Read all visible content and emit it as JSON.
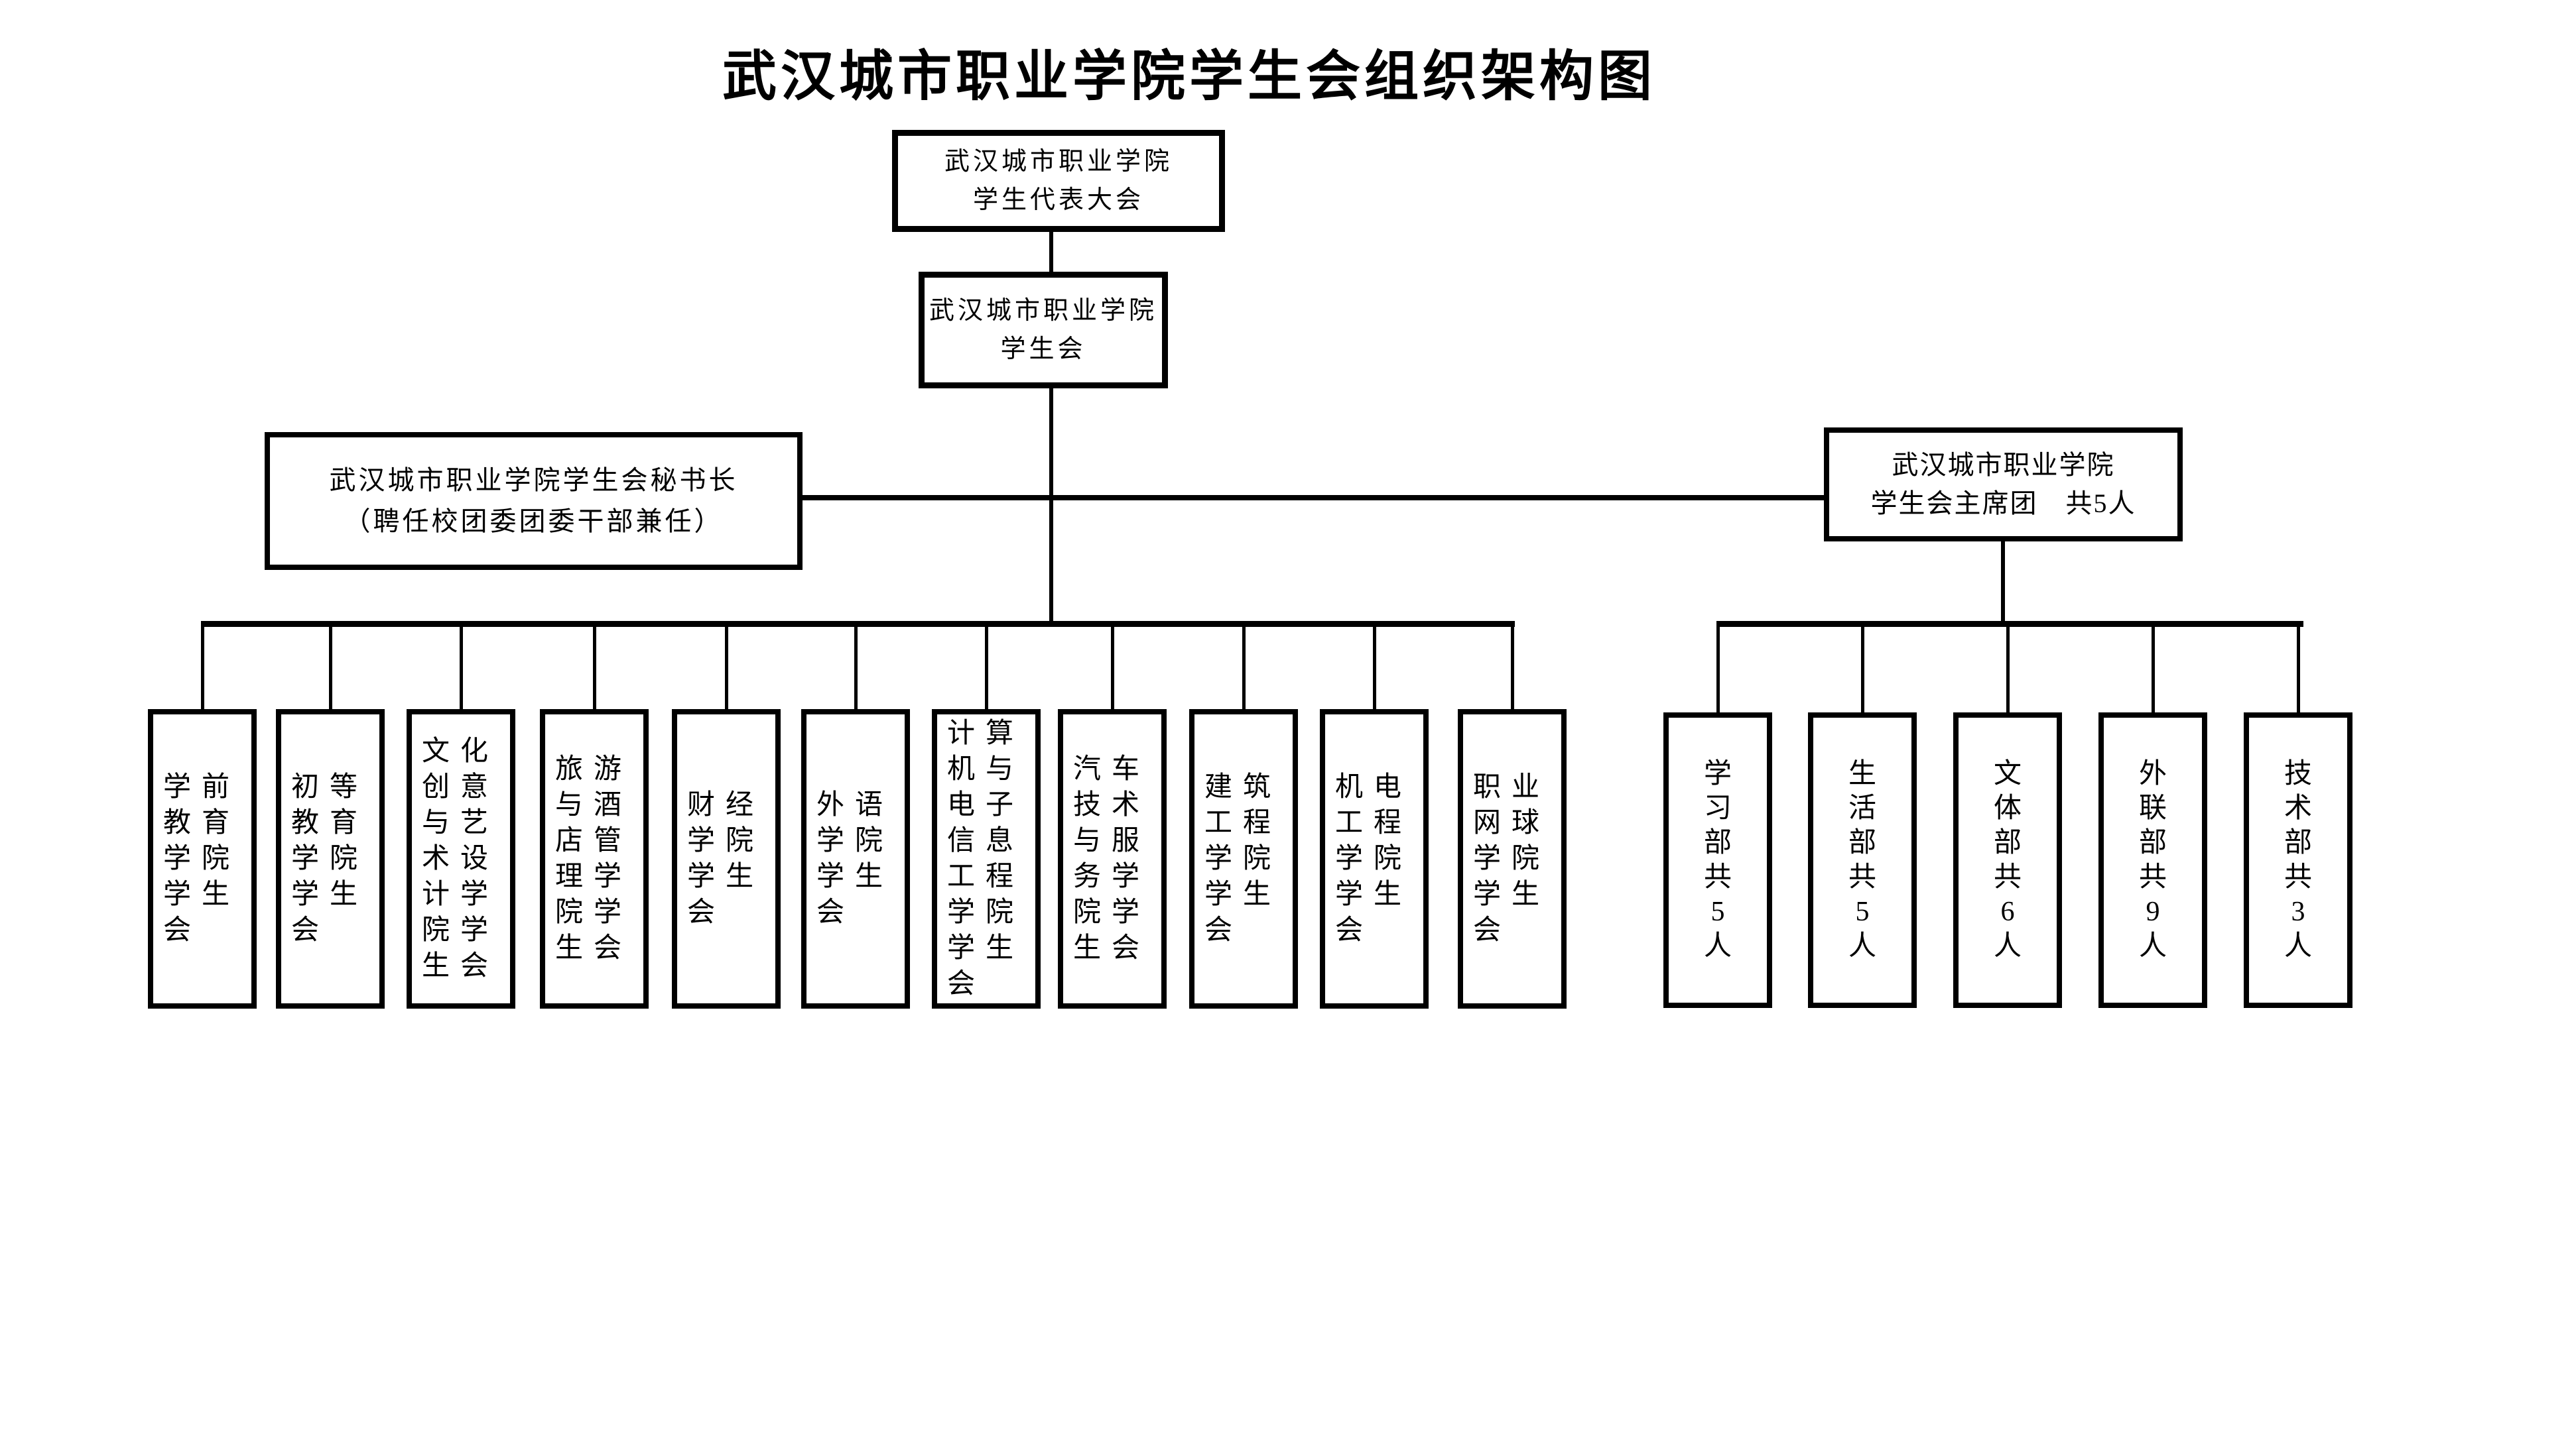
{
  "title": "武汉城市职业学院学生会组织架构图",
  "nodes": {
    "congress": {
      "line1": "武汉城市职业学院",
      "line2": "学生代表大会"
    },
    "union": {
      "line1": "武汉城市职业学院",
      "line2": "学生会"
    },
    "secretary": {
      "line1": "武汉城市职业学院学生会秘书长",
      "line2": "（聘任校团委团委干部兼任）"
    },
    "presidium": {
      "line1": "武汉城市职业学院",
      "line2": "学生会主席团　共5人"
    }
  },
  "college_unions": [
    "学前教育学院学生会",
    "初等教育学院学生会",
    "文化创意与艺术设计学院学生会",
    "旅游与酒店管理学院学生会",
    "财经学院学生会",
    "外语学院学生会",
    "计算机与电子信息工程学院学生会",
    "汽车技术与服务学院学生会",
    "建筑工程学院学生会",
    "机电工程学院学生会",
    "职业网球学院学生会"
  ],
  "departments": [
    "学习部共5人",
    "生活部共5人",
    "文体部共6人",
    "外联部共9人",
    "技术部共3人"
  ],
  "colors": {
    "line": "#000000",
    "background": "#ffffff",
    "text": "#000000"
  }
}
